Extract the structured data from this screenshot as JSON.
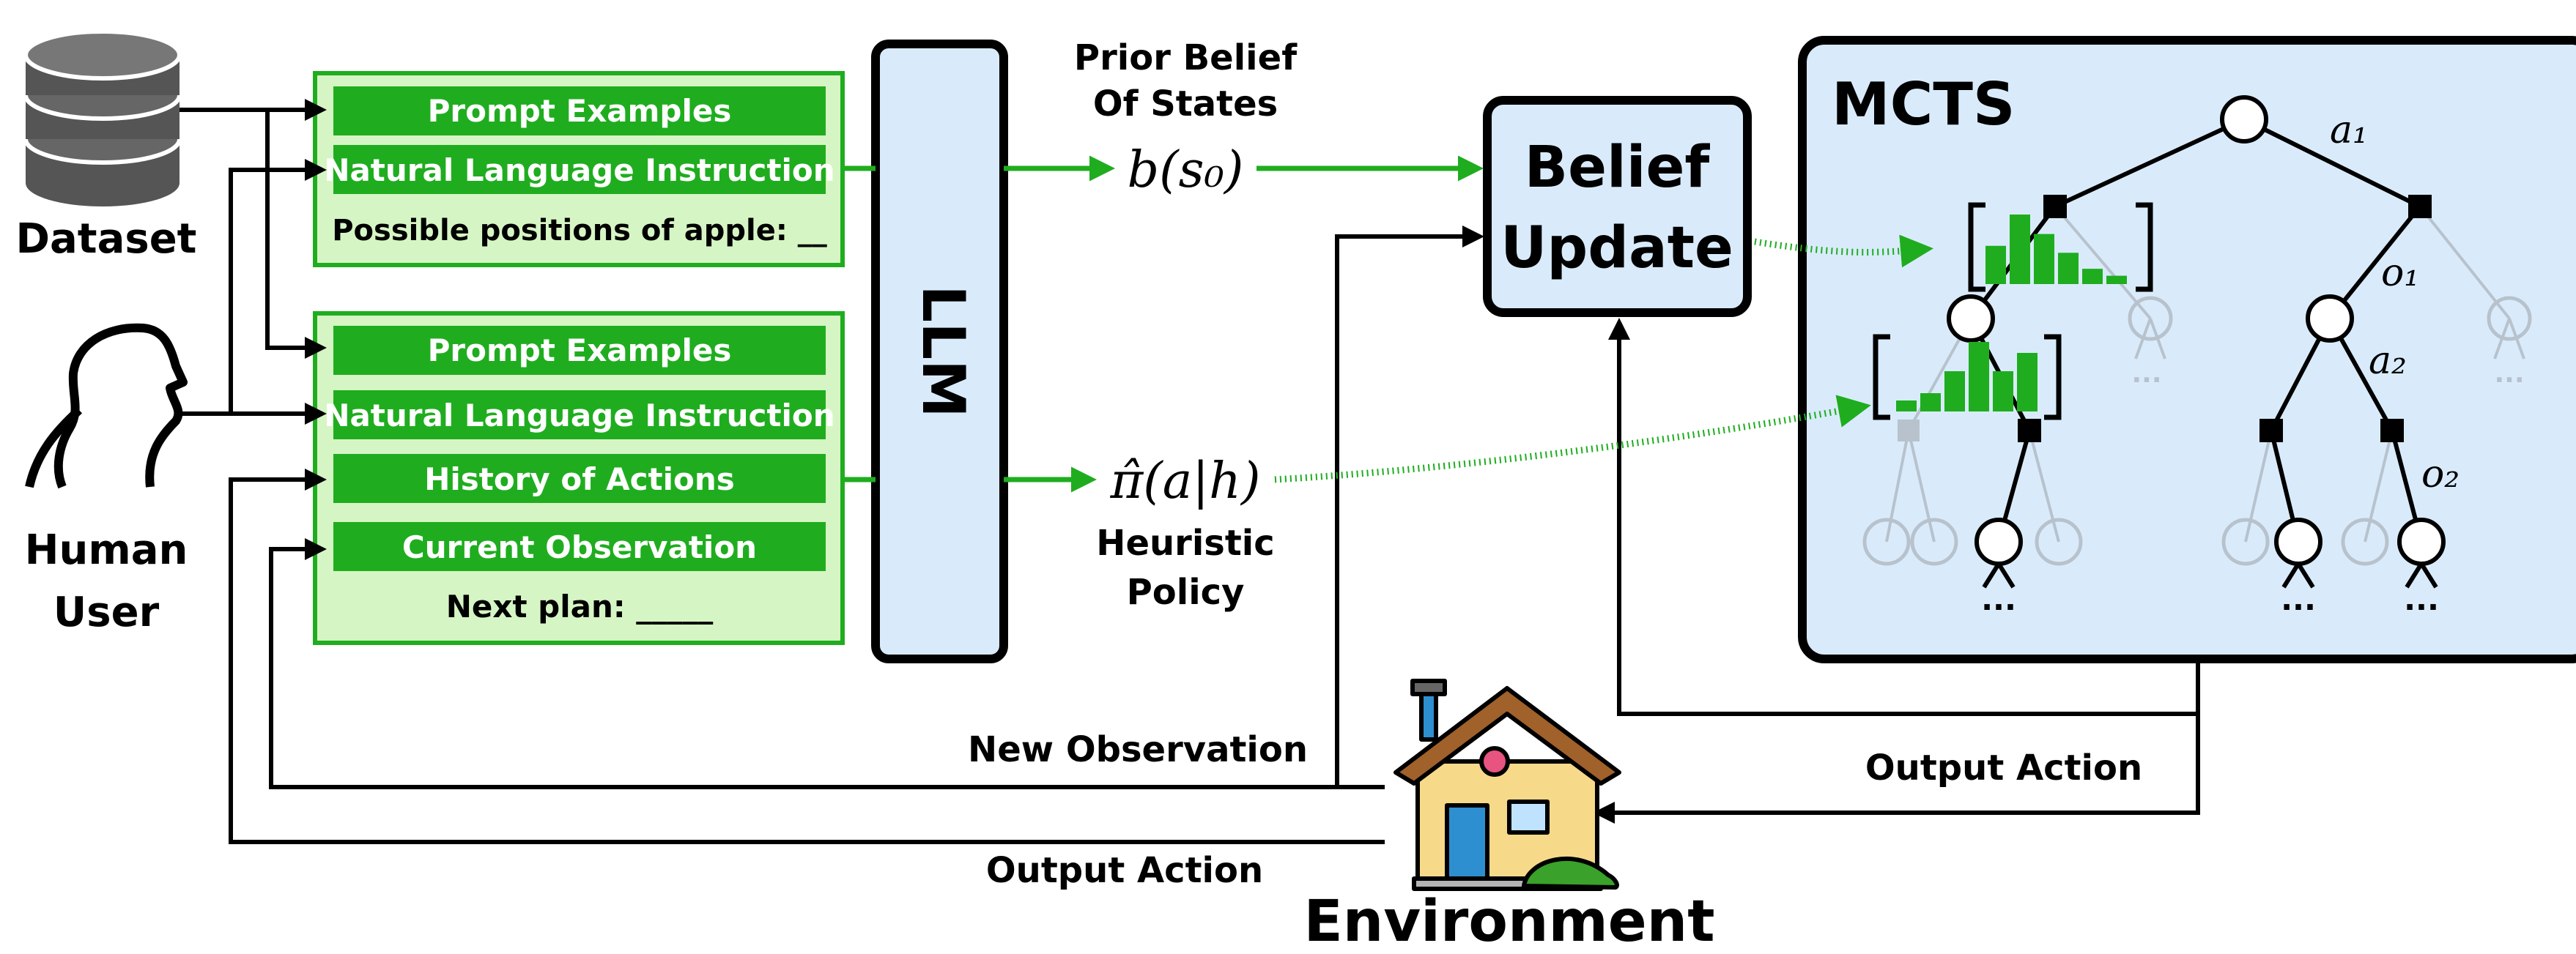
{
  "colors": {
    "green_dark": "#1fad1f",
    "green_light": "#d6f5c4",
    "blue_light": "#d9ebfb",
    "gray_node": "#b8c2cc",
    "black": "#000000"
  },
  "sources": {
    "dataset": "Dataset",
    "human_user_line1": "Human",
    "human_user_line2": "User"
  },
  "prompt_top": {
    "examples": "Prompt Examples",
    "instruction": "Natural Language Instruction",
    "query": "Possible positions of apple: __"
  },
  "prompt_bottom": {
    "examples": "Prompt Examples",
    "instruction": "Natural Language Instruction",
    "history": "History of Actions",
    "observation": "Current Observation",
    "query": "Next plan: _____"
  },
  "llm": {
    "label": "LLM"
  },
  "belief": {
    "prior_line1": "Prior Belief",
    "prior_line2": "Of States",
    "formula": "b(s₀)",
    "update_line1": "Belief",
    "update_line2": "Update"
  },
  "policy": {
    "formula": "π̂(a|h)",
    "label_line1": "Heuristic",
    "label_line2": "Policy"
  },
  "mcts": {
    "title": "MCTS",
    "a1": "a₁",
    "o1": "o₁",
    "a2": "a₂",
    "o2": "o₂",
    "ellipsis": "..."
  },
  "flow": {
    "new_observation": "New Observation",
    "output_action_right": "Output Action",
    "output_action_left": "Output Action",
    "environment": "Environment"
  },
  "histograms": {
    "belief_bars": [
      0.55,
      1.0,
      0.72,
      0.45,
      0.22,
      0.12
    ],
    "policy_bars": [
      0.15,
      0.25,
      0.55,
      0.95,
      0.55,
      0.8
    ]
  }
}
